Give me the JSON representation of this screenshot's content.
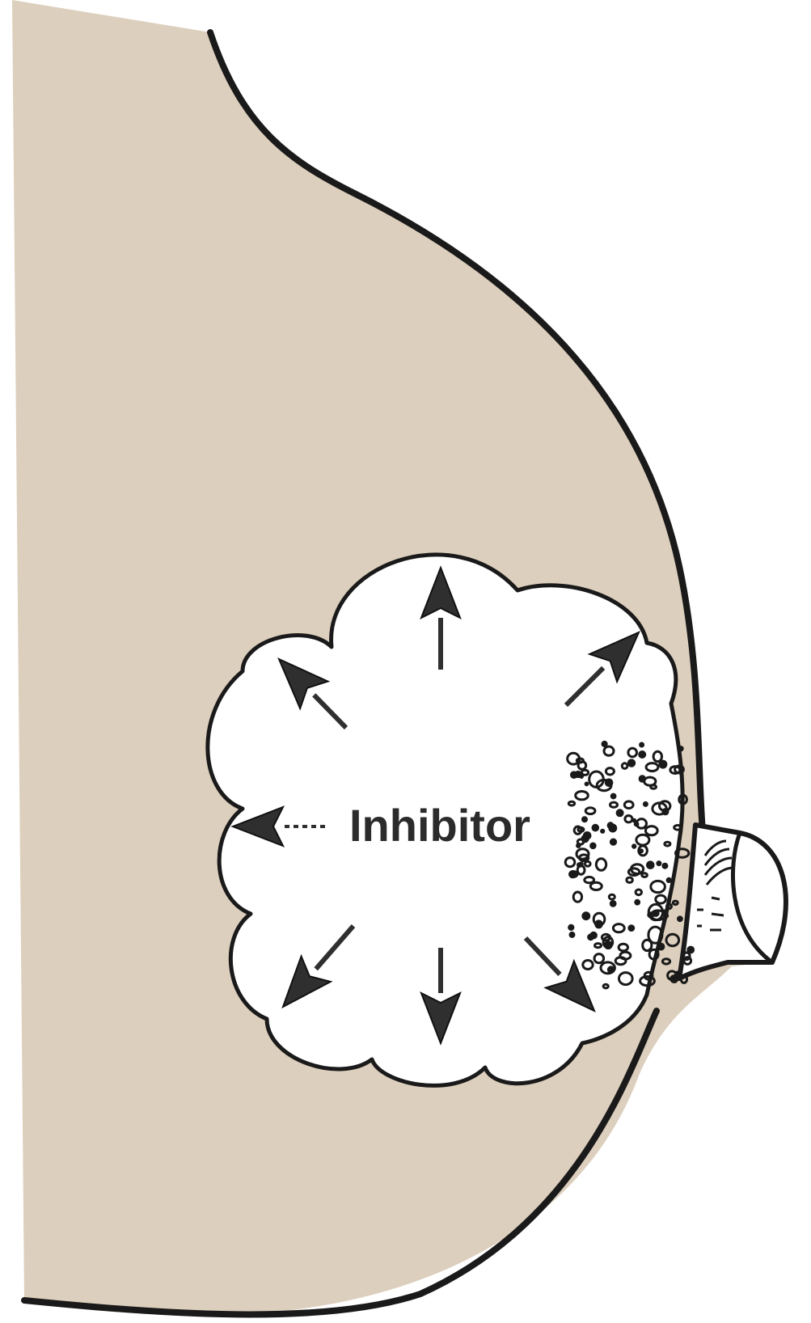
{
  "diagram": {
    "label": "Inhibitor",
    "colors": {
      "breast_fill": "#ddcfbd",
      "outline": "#1a1a1a",
      "inner_fill": "#ffffff",
      "arrow_fill": "#2f2f2f"
    },
    "icons": [
      "breast-outline",
      "milk-filled-alveoli",
      "nipple",
      "montgomery-glands",
      "outward-arrows"
    ]
  }
}
